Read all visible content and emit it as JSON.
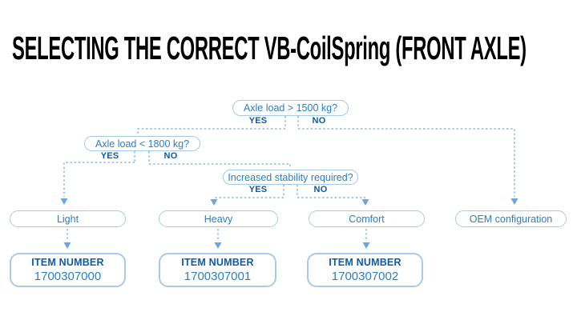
{
  "title": "SELECTING THE CORRECT VB-CoilSpring (FRONT AXLE)",
  "colors": {
    "question_text": "#2b7fc2",
    "yes_no_text": "#0d5ba7",
    "box_border": "#a6cae9",
    "connector_line": "#87b6de",
    "arrowhead": "#6ea7d8",
    "title_text": "#000000",
    "background": "#ffffff"
  },
  "flowchart": {
    "decisions": [
      {
        "question": "Axle load > 1500 kg?",
        "yes_label": "YES",
        "no_label": "NO"
      },
      {
        "question": "Axle load < 1800 kg?",
        "yes_label": "YES",
        "no_label": "NO"
      },
      {
        "question": "Increased stability required?",
        "yes_label": "YES",
        "no_label": "NO"
      }
    ],
    "outcomes": [
      {
        "label": "Light",
        "item_number_label": "ITEM NUMBER",
        "item_number": "1700307000"
      },
      {
        "label": "Heavy",
        "item_number_label": "ITEM NUMBER",
        "item_number": "1700307001"
      },
      {
        "label": "Comfort",
        "item_number_label": "ITEM NUMBER",
        "item_number": "1700307002"
      },
      {
        "label": "OEM configuration"
      }
    ]
  }
}
